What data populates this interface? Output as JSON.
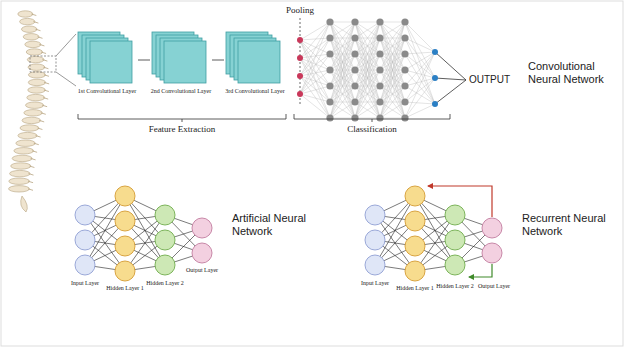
{
  "diagram": {
    "nodes": [
      {
        "text": [
          "1st Convolutional Layer"
        ]
      },
      {
        "text": [
          "2nd Convolutional Layer"
        ]
      },
      {
        "text": [
          "3rd Convolutional Layer"
        ]
      }
    ],
    "edges": [
      {
        "from": 0,
        "to": 1,
        "arrow": "none"
      },
      {
        "from": 1,
        "to": 2,
        "arrow": "none"
      }
    ],
    "labels": [
      "Pooling",
      "Feature Extraction",
      "Classification",
      "OUTPUT",
      "Convolutional Neural Network",
      "Input Layer",
      "Hidden Layer 1",
      "Hidden Layer 2",
      "Output Layer",
      "Artificial Neural Network",
      "Input Layer",
      "Hidden Layer 1",
      "Hidden Layer 2",
      "Output Layer",
      "Recurrent Neural Network"
    ]
  }
}
